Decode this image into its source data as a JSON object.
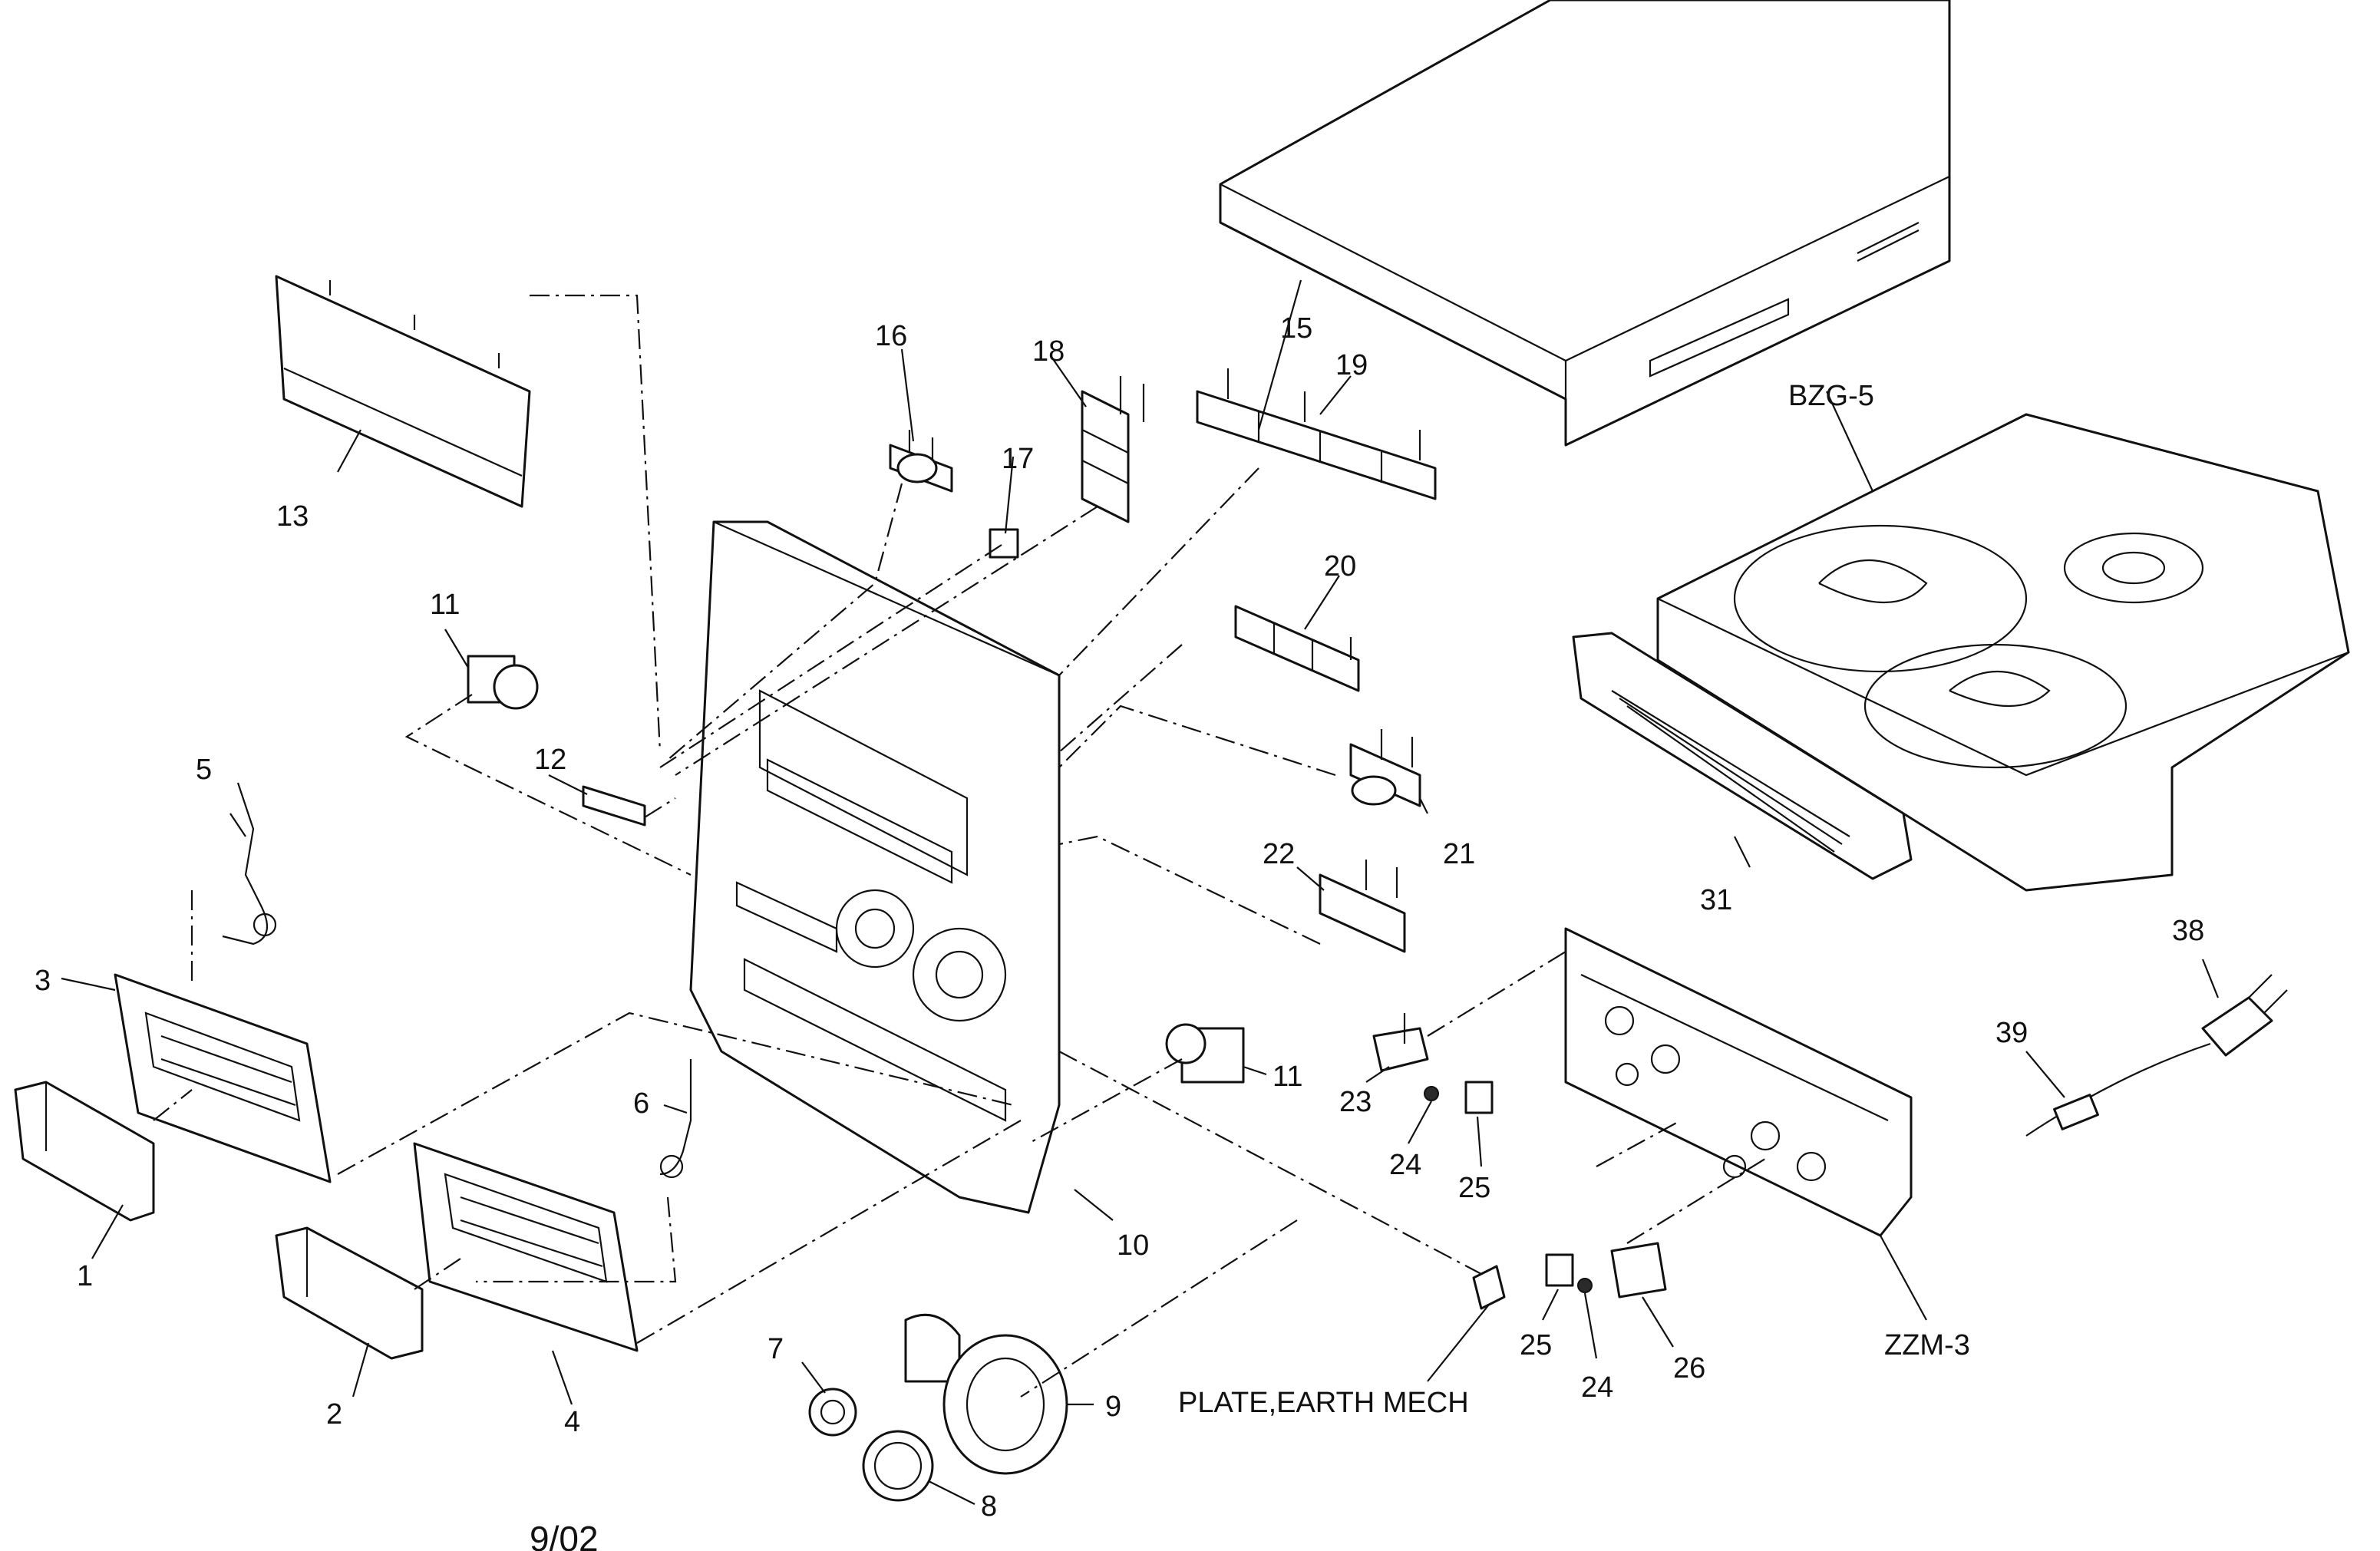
{
  "labels": {
    "p1": "1",
    "p2": "2",
    "p3": "3",
    "p4": "4",
    "p5": "5",
    "p6": "6",
    "p7": "7",
    "p8": "8",
    "p9": "9",
    "p10": "10",
    "p11a": "11",
    "p11b": "11",
    "p12": "12",
    "p13": "13",
    "p15": "15",
    "p16": "16",
    "p17": "17",
    "p18": "18",
    "p19": "19",
    "p20": "20",
    "p21": "21",
    "p22": "22",
    "p23": "23",
    "p24a": "24",
    "p24b": "24",
    "p25a": "25",
    "p25b": "25",
    "p26": "26",
    "p31": "31",
    "p38": "38",
    "p39": "39",
    "bzg5": "BZG-5",
    "zzm3": "ZZM-3",
    "earth": "PLATE,EARTH MECH"
  },
  "footer": {
    "code": "9/02"
  }
}
